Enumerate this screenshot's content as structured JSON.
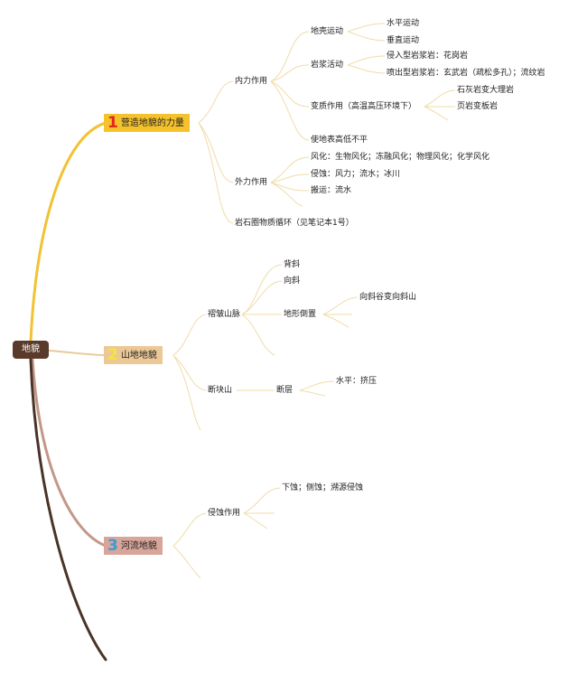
{
  "root": {
    "label": "地貌"
  },
  "branches": [
    {
      "num": "1",
      "label": "营造地貌的力量"
    },
    {
      "num": "2",
      "label": "山地地貌"
    },
    {
      "num": "3",
      "label": "河流地貌"
    }
  ],
  "nodes": {
    "neili": "内力作用",
    "diqiao": "地壳运动",
    "shuiping": "水平运动",
    "chuizhi": "垂直运动",
    "yanjiang": "岩浆活动",
    "qinru": "侵入型岩浆岩：花岗岩",
    "penchu": "喷出型岩浆岩：玄武岩（疏松多孔）；流纹岩",
    "bianzhi": "变质作用（高温高压环境下）",
    "shihui": "石灰岩变大理岩",
    "yeyan": "页岩变板岩",
    "shidi": "使地表高低不平",
    "waili": "外力作用",
    "fenghua": "风化：生物风化；冻融风化；物理风化；化学风化",
    "qinshi": "侵蚀：风力；流水；冰川",
    "banyun": "搬运：流水",
    "yanshi": "岩石圈物质循环（见笔记本1号）",
    "zhezhou": "褶皱山脉",
    "beixie": "背斜",
    "xiangxie": "向斜",
    "daozhi": "地形倒置",
    "xiangxiegu": "向斜谷变向斜山",
    "duankuai": "断块山",
    "duanceng": "断层",
    "jiya": "水平：挤压",
    "qinshizy": "侵蚀作用",
    "xiashi": "下蚀；侧蚀；溯源侵蚀"
  },
  "colors": {
    "branch1": "#f2c233",
    "branch2": "#e8c99a",
    "branch3": "#c49888",
    "trunk": "#4a3328",
    "leaf_line": "#f0dcaa"
  }
}
